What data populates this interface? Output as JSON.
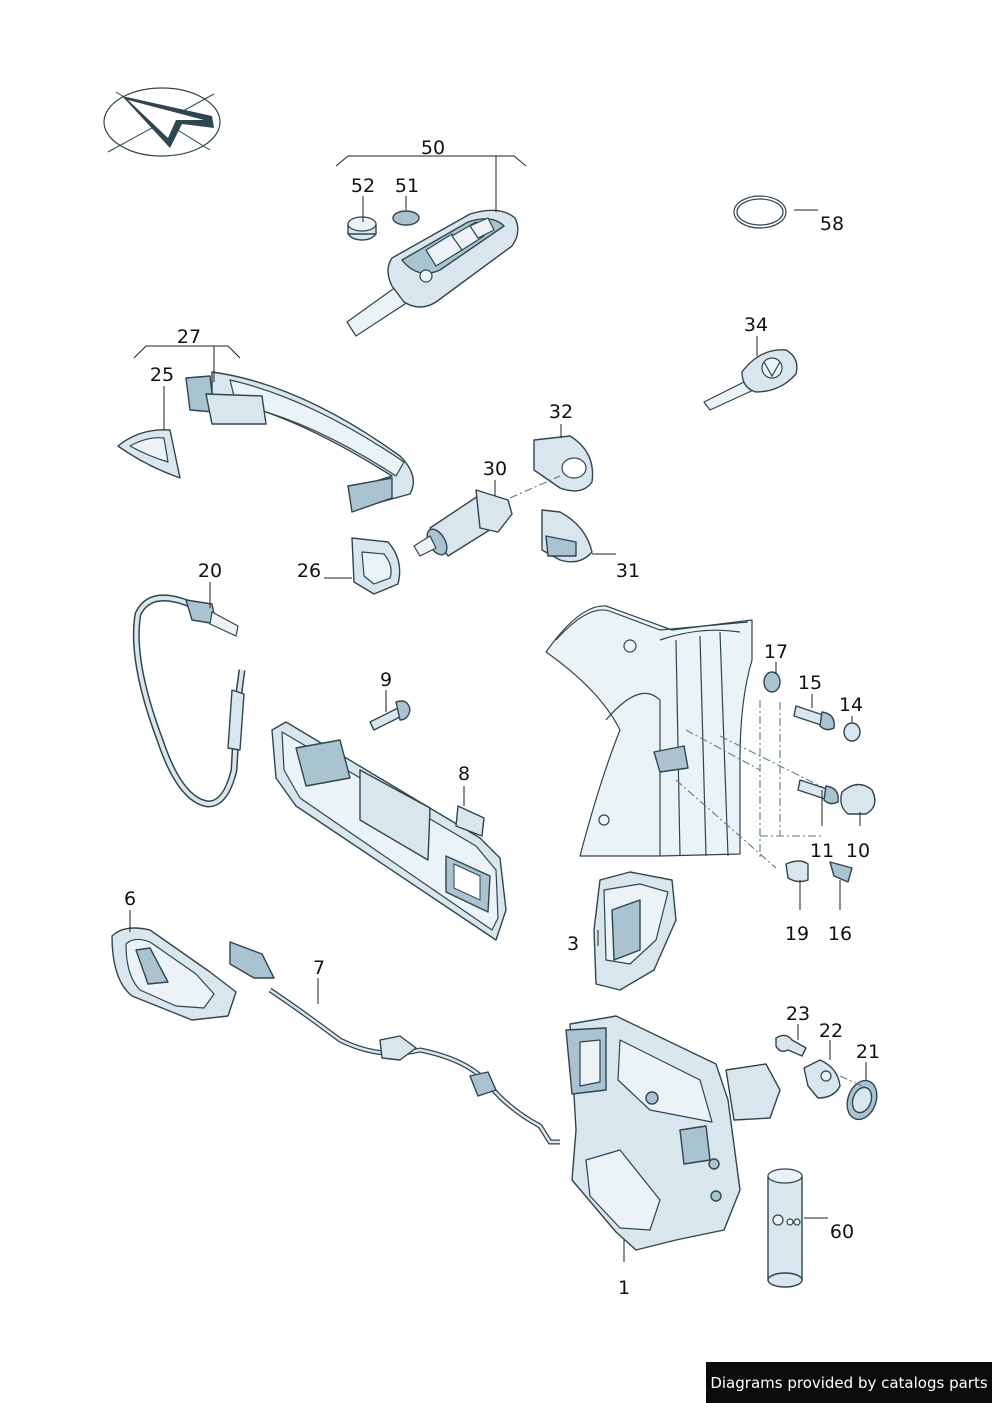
{
  "labels": {
    "l1": "1",
    "l3": "3",
    "l6": "6",
    "l7": "7",
    "l8": "8",
    "l9": "9",
    "l10": "10",
    "l11": "11",
    "l14": "14",
    "l15": "15",
    "l16": "16",
    "l17": "17",
    "l19": "19",
    "l20": "20",
    "l21": "21",
    "l22": "22",
    "l23": "23",
    "l25": "25",
    "l26": "26",
    "l27": "27",
    "l30": "30",
    "l31": "31",
    "l32": "32",
    "l34": "34",
    "l50": "50",
    "l51": "51",
    "l52": "52",
    "l58": "58",
    "l60": "60"
  },
  "footer": {
    "text": "Diagrams provided by catalogs parts"
  },
  "colors": {
    "part_fill": "#d9e6ee",
    "part_shade": "#a9c3d1",
    "outline": "#2f4650",
    "footer_bg": "#0b0b0b"
  }
}
